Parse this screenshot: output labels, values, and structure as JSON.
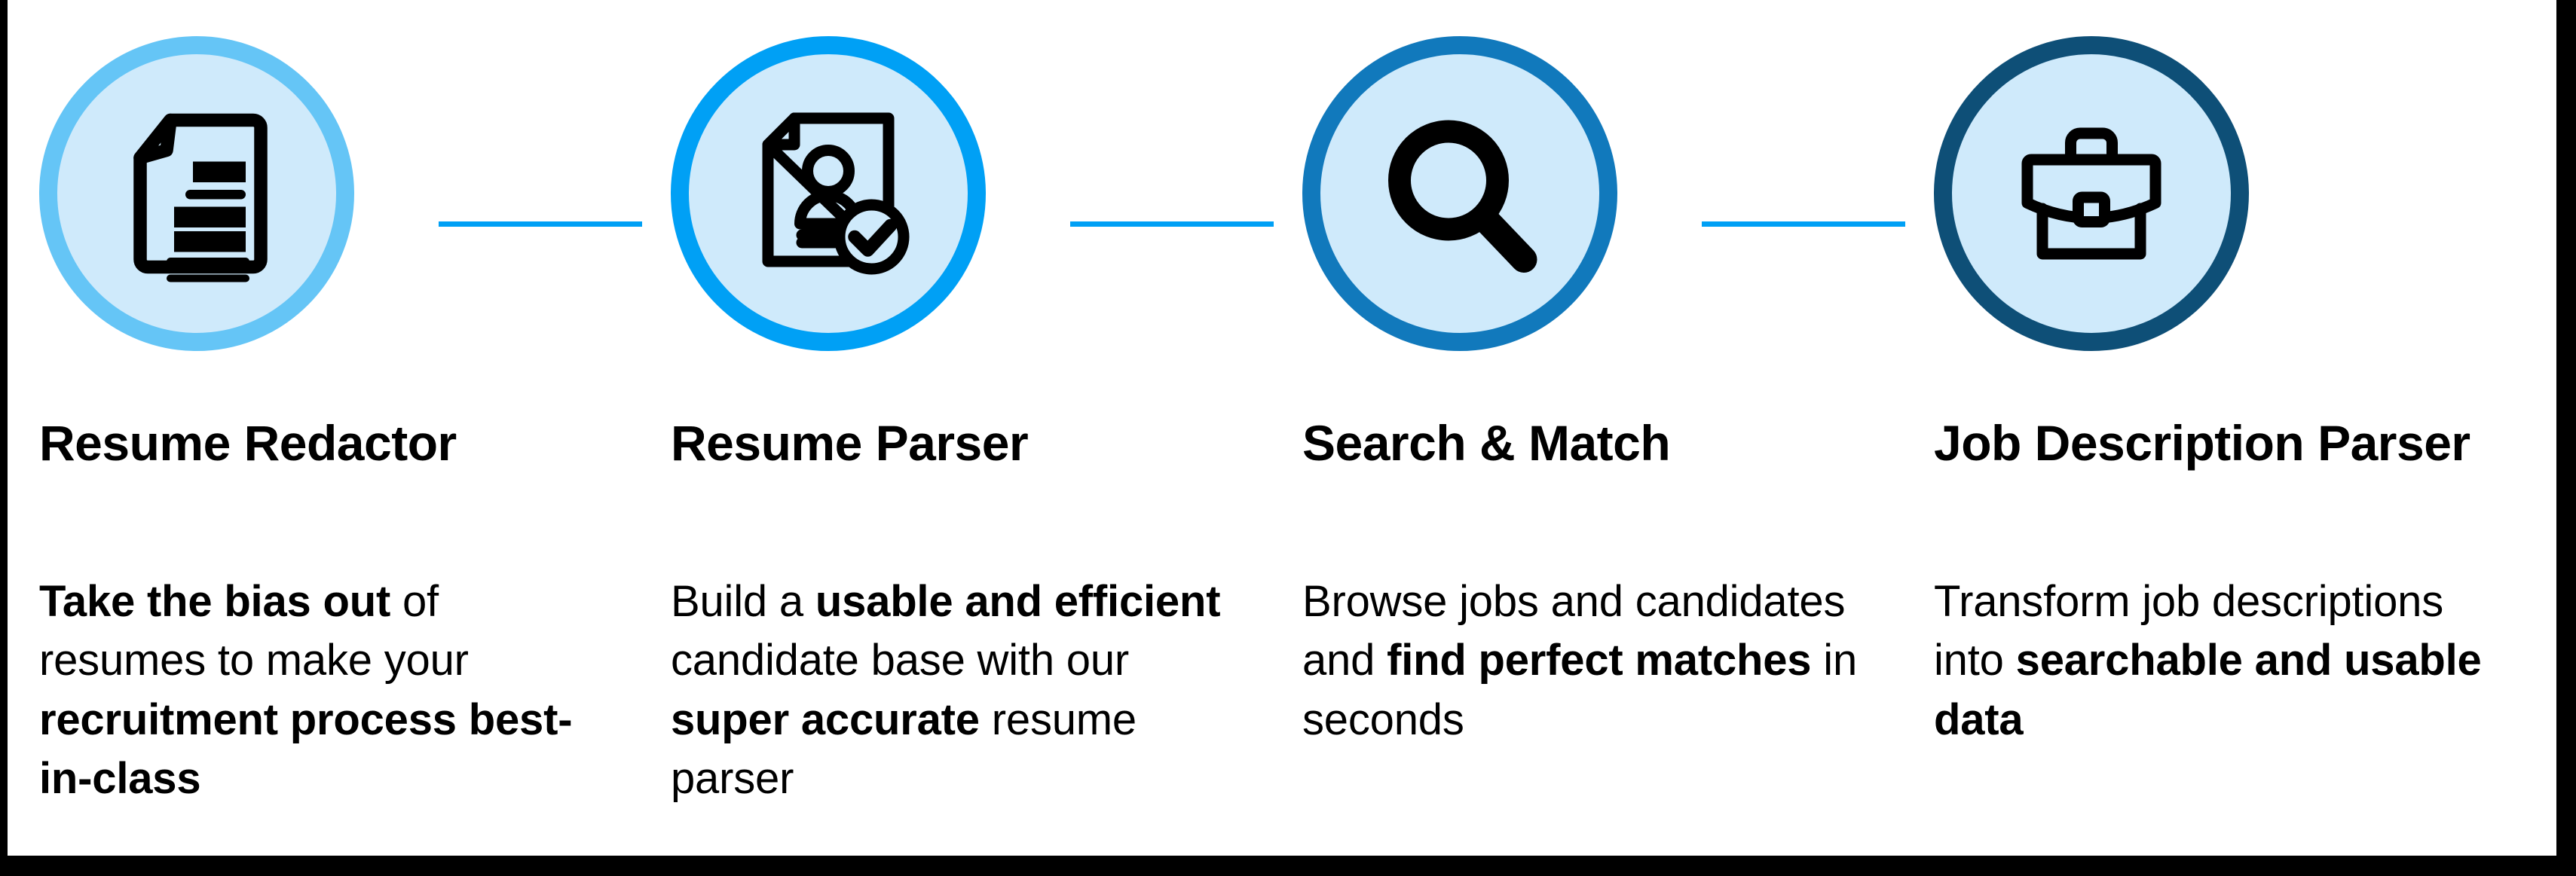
{
  "palette": {
    "background": "#ffffff",
    "frame": "#000000",
    "circle_fill": "#CFEAFB",
    "connector": "#00A0F5",
    "ring_1": "#65C5F6",
    "ring_2": "#00A0F5",
    "ring_3": "#1179BC",
    "ring_4": "#0E4F77",
    "text": "#000000"
  },
  "steps": [
    {
      "title": "Resume Redactor",
      "icon": "document-pencil-icon",
      "ring_color": "#65C5F6",
      "description_parts": [
        {
          "text": "Take the bias out",
          "bold": true
        },
        {
          "text": " of resumes to make your ",
          "bold": false
        },
        {
          "text": "recruitment process best-in-class",
          "bold": true
        }
      ],
      "description_plain": "Take the bias out of resumes to make your recruitment process best-in-class"
    },
    {
      "title": "Resume Parser",
      "icon": "document-person-check-icon",
      "ring_color": "#00A0F5",
      "description_parts": [
        {
          "text": "Build a ",
          "bold": false
        },
        {
          "text": "usable and efficient",
          "bold": true
        },
        {
          "text": " candidate base with our ",
          "bold": false
        },
        {
          "text": "super accurate",
          "bold": true
        },
        {
          "text": " resume parser",
          "bold": false
        }
      ],
      "description_plain": "Build a usable and efficient candidate base with our super accurate resume parser"
    },
    {
      "title": "Search & Match",
      "icon": "magnifying-glass-icon",
      "ring_color": "#1179BC",
      "description_parts": [
        {
          "text": "Browse jobs and candidates and ",
          "bold": false
        },
        {
          "text": "find perfect matches",
          "bold": true
        },
        {
          "text": " in seconds",
          "bold": false
        }
      ],
      "description_plain": "Browse jobs and candidates and find perfect matches in seconds"
    },
    {
      "title": "Job Description Parser",
      "icon": "briefcase-icon",
      "ring_color": "#0E4F77",
      "description_parts": [
        {
          "text": "Transform job descriptions into ",
          "bold": false
        },
        {
          "text": "searchable and usable data",
          "bold": true
        }
      ],
      "description_plain": "Transform job descriptions into searchable and usable data"
    }
  ],
  "connectors": [
    {
      "from": "Resume Redactor",
      "to": "Resume Parser"
    },
    {
      "from": "Resume Parser",
      "to": "Search & Match"
    },
    {
      "from": "Search & Match",
      "to": "Job Description Parser"
    }
  ]
}
